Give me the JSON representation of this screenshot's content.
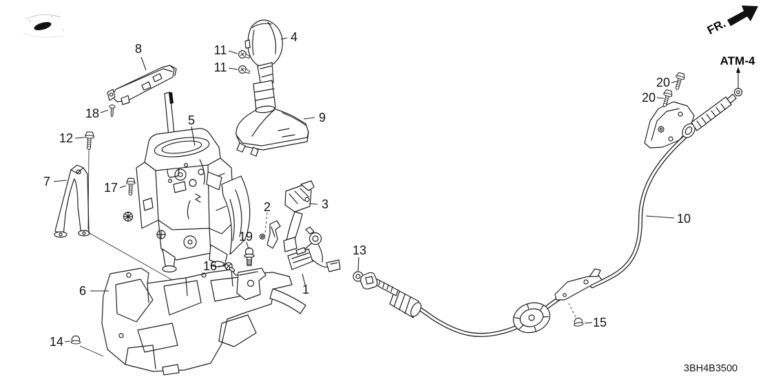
{
  "page": {
    "background": "#ffffff",
    "line_color": "#1c1c1c",
    "text_color": "#111111"
  },
  "header": {
    "direction_label": "FR.",
    "reference_label": "ATM-4"
  },
  "footer": {
    "diagram_code": "3BH4B3500"
  },
  "diagram": {
    "description": "Exploded parts diagram of automatic transmission select lever assembly with control cable",
    "callouts": {
      "part1": "1",
      "part2": "2",
      "part3": "3",
      "part4": "4",
      "part5": "5",
      "part6": "6",
      "part7": "7",
      "part8": "8",
      "part9": "9",
      "part10": "10",
      "part11a": "11",
      "part11b": "11",
      "part12": "12",
      "part13": "13",
      "part14": "14",
      "part15": "15",
      "part16": "16",
      "part17": "17",
      "part18": "18",
      "part19": "19",
      "part20a": "20",
      "part20b": "20"
    }
  }
}
